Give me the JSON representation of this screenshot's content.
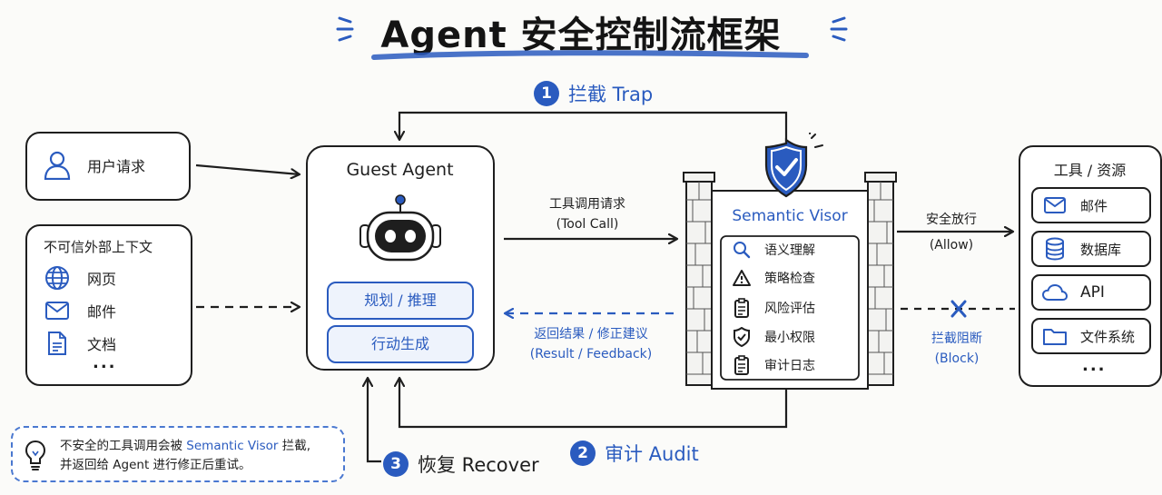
{
  "title": "Agent 安全控制流框架",
  "steps": {
    "trap": {
      "num": "1",
      "label": "拦截 Trap"
    },
    "audit": {
      "num": "2",
      "label": "审计 Audit"
    },
    "recover": {
      "num": "3",
      "label": "恢复 Recover"
    }
  },
  "user_request": {
    "label": "用户请求",
    "icon": "user-icon"
  },
  "untrusted_context": {
    "title": "不可信外部上下文",
    "items": [
      {
        "label": "网页",
        "icon": "globe-icon"
      },
      {
        "label": "邮件",
        "icon": "mail-icon"
      },
      {
        "label": "文档",
        "icon": "document-icon"
      }
    ],
    "more": "..."
  },
  "guest_agent": {
    "title": "Guest Agent",
    "robot_icon": "robot-icon",
    "buttons": [
      "规划 / 推理",
      "行动生成"
    ]
  },
  "tool_call": {
    "line1": "工具调用请求",
    "line2": "(Tool Call)"
  },
  "return_result": {
    "line1": "返回结果 / 修正建议",
    "line2": "(Result / Feedback)"
  },
  "visor": {
    "title": "Semantic Visor",
    "shield_icon": "shield-check-icon",
    "items": [
      {
        "label": "语义理解",
        "icon": "search-icon"
      },
      {
        "label": "策略检查",
        "icon": "warning-icon"
      },
      {
        "label": "风险评估",
        "icon": "clipboard-icon"
      },
      {
        "label": "最小权限",
        "icon": "shield-icon"
      },
      {
        "label": "审计日志",
        "icon": "log-icon"
      }
    ]
  },
  "allow": {
    "line1": "安全放行",
    "line2": "(Allow)"
  },
  "block": {
    "line1": "拦截阻断",
    "line2": "(Block)"
  },
  "resources": {
    "title": "工具 / 资源",
    "items": [
      {
        "label": "邮件",
        "icon": "mail-icon"
      },
      {
        "label": "数据库",
        "icon": "database-icon"
      },
      {
        "label": "API",
        "icon": "cloud-icon"
      },
      {
        "label": "文件系统",
        "icon": "folder-icon"
      }
    ],
    "more": "..."
  },
  "note": {
    "icon": "lightbulb-icon",
    "line1_a": "不安全的工具调用会被 ",
    "line1_hl": "Semantic Visor",
    "line1_b": " 拦截,",
    "line2": "并返回给 Agent 进行修正后重试。"
  },
  "colors": {
    "accent": "#2a5bbf",
    "ink": "#1e1e1e",
    "pill_bg": "#eef3fc"
  }
}
